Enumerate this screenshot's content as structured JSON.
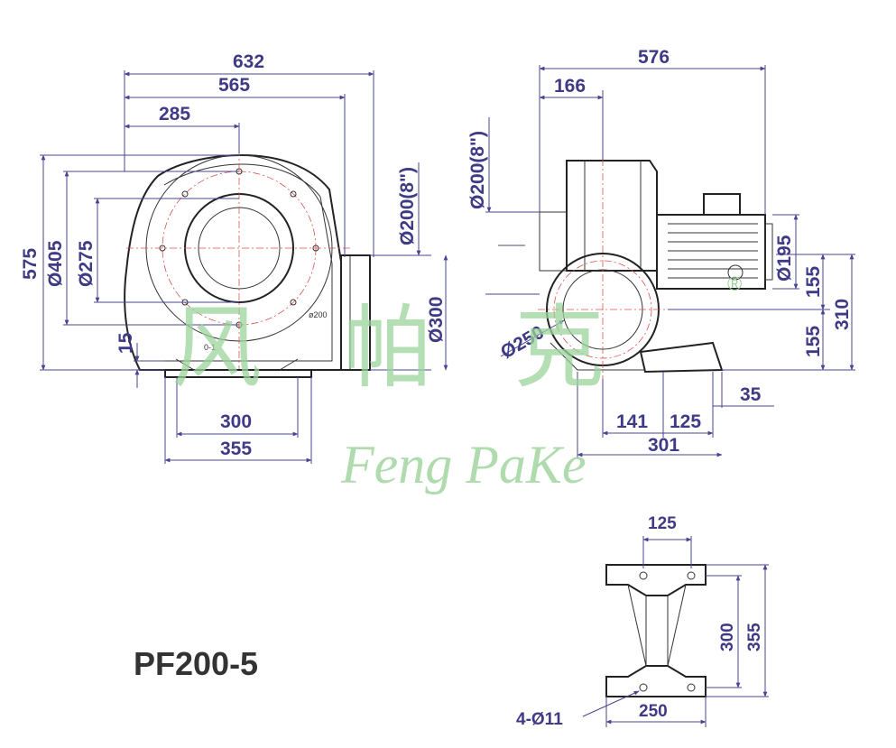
{
  "model": "PF200-5",
  "watermark": {
    "chinese": "风帕克",
    "latin": "Feng PaKe",
    "registered": "®"
  },
  "front_view": {
    "dims": {
      "w632": "632",
      "w565": "565",
      "w285": "285",
      "h575": "575",
      "d405": "Ø405",
      "d275": "Ø275",
      "d200_8": "Ø200(8\")",
      "d300": "Ø300",
      "h15": "15",
      "w300": "300",
      "w355": "355"
    },
    "small_labels": {
      "d200": "ø200",
      "ref": "0-1"
    }
  },
  "side_view": {
    "dims": {
      "w576": "576",
      "w166": "166",
      "d200_8": "Ø200(8\")",
      "d195": "Ø195",
      "h155a": "155",
      "h155b": "155",
      "h310": "310",
      "d250": "Ø250",
      "w35": "35",
      "w141": "141",
      "w125": "125",
      "w301": "301"
    }
  },
  "base_view": {
    "dims": {
      "w125": "125",
      "h300": "300",
      "h355": "355",
      "w250": "250",
      "holes": "4-Ø11"
    }
  },
  "colors": {
    "dimension": "#3f3a86",
    "outline": "#222222",
    "centerline": "#d9534f",
    "watermark": "#9cd39a"
  }
}
